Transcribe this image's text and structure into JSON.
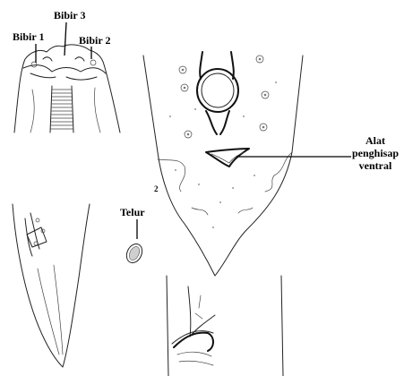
{
  "labels": {
    "lip1": "Bibir 1",
    "lip2": "Bibir 2",
    "lip3": "Bibir 3",
    "egg": "Telur",
    "sucker_line1": "Alat",
    "sucker_line2": "penghisap",
    "sucker_line3": "ventral",
    "fig_num": "2"
  }
}
